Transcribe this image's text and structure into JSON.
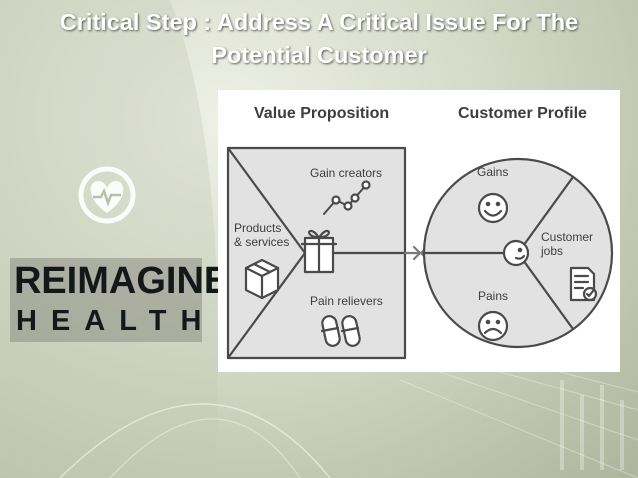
{
  "slide": {
    "title_line1": "Critical Step : Address A Critical Issue For The",
    "title_line2": "Potential Customer"
  },
  "logo": {
    "emblem_icon": "heart-pulse-icon",
    "word_mirrored": "ƎЯ",
    "word_rest": "IMAGINE",
    "subword": "HEALTH"
  },
  "diagram": {
    "value_proposition": {
      "heading": "Value Proposition",
      "gain_creators": "Gain creators",
      "products_services_line1": "Products",
      "products_services_line2": "& services",
      "pain_relievers": "Pain relievers"
    },
    "customer_profile": {
      "heading": "Customer Profile",
      "gains": "Gains",
      "customer_jobs_line1": "Customer",
      "customer_jobs_line2": "jobs",
      "pains": "Pains"
    },
    "icons": [
      "chart-up-icon",
      "gift-icon",
      "box-icon",
      "pills-icon",
      "smile-icon",
      "frown-icon",
      "face-icon",
      "checklist-icon",
      "fit-arrows-icon"
    ],
    "colors": {
      "stroke": "#4a4a4a",
      "panel_fill": "#e2e2e2"
    }
  }
}
